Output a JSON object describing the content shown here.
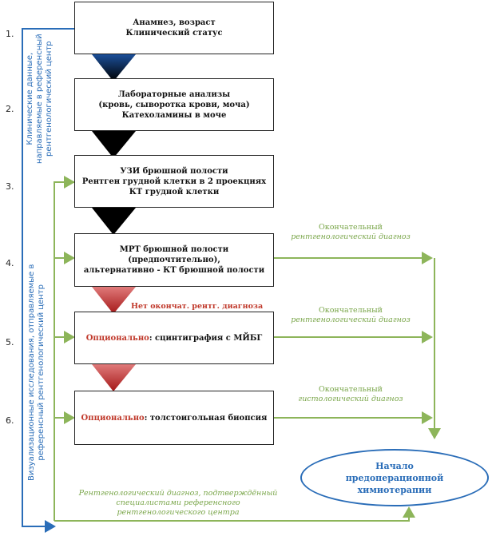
{
  "steps": [
    "1.",
    "2.",
    "3.",
    "4.",
    "5.",
    "6."
  ],
  "boxes": {
    "b1": [
      "Анамнез, возраст",
      "Клинический статус"
    ],
    "b2": [
      "Лабораторные анализы",
      "(кровь, сыворотка крови, моча)",
      "Катехоламины в моче"
    ],
    "b3": [
      "УЗИ брюшной полости",
      "Рентген грудной клетки в 2 проекциях",
      "КТ грудной клетки"
    ],
    "b4": [
      "МРТ брюшной полости",
      "(предпочтительно),",
      "альтернативно - КТ брюшной полости"
    ],
    "b5": {
      "opt": "Опционально",
      "rest": ": сцинтиграфия с МЙБГ"
    },
    "b6": {
      "opt": "Опционально",
      "rest": ": толстоигольная биопсия"
    }
  },
  "no_diagnosis": "Нет окончат. рентг. диагноза",
  "green_labels": {
    "g1": [
      "Окончательный",
      "рентгенологический диагноз"
    ],
    "g2": [
      "Окончательный",
      "рентгенологический диагноз"
    ],
    "g3": [
      "Окончательный",
      "гистологический диагноз"
    ],
    "bottom": [
      "Рентгенологический диагноз, подтверждённый",
      "специалистами референсного",
      "рентгенологического центра"
    ]
  },
  "vertical_left": [
    "Визуализационные исследования, отправляемые в",
    "референсный рентгенологический центр"
  ],
  "vertical_top": [
    "Клинические данные,",
    "направляемые в референсный",
    "рентгенологический центр"
  ],
  "ellipse": [
    "Начало",
    "предоперационной",
    "химиотерапии"
  ],
  "colors": {
    "blue": "#2a6db8",
    "green": "#8db55a",
    "red": "#c0392b",
    "black": "#000000"
  }
}
